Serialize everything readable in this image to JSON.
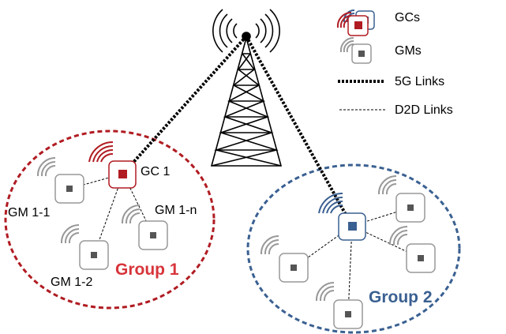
{
  "legend": {
    "gc_label": "GCs",
    "gm_label": "GMs",
    "link_5g_label": "5G Links",
    "link_d2d_label": "D2D Links"
  },
  "labels": {
    "gc1": "GC 1",
    "gm11": "GM 1-1",
    "gm1n": "GM 1-n",
    "gm12": "GM 1-2",
    "group1": "Group 1",
    "group2": "Group 2"
  },
  "colors": {
    "group1": "#b01c22",
    "group2": "#3a6091",
    "gm_gray": "#999999",
    "node_fill": "#555555"
  }
}
